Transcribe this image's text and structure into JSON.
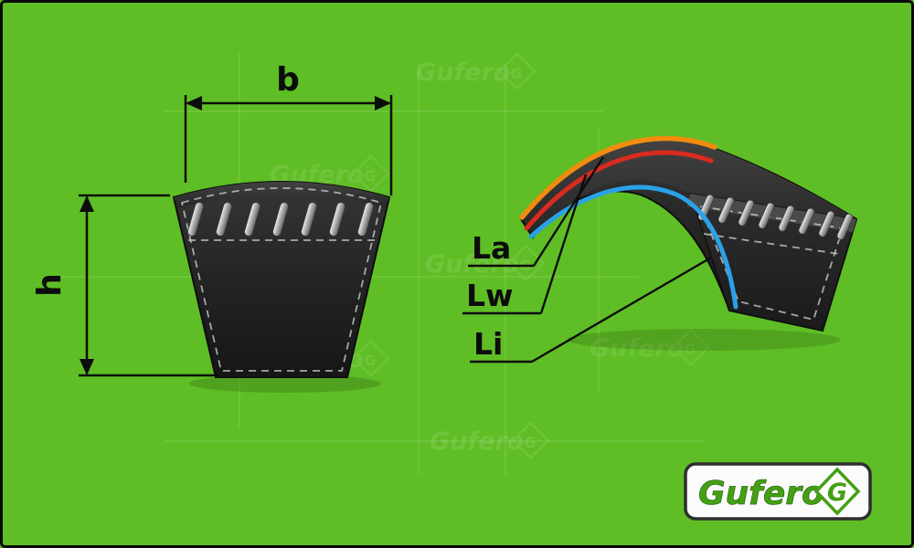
{
  "canvas": {
    "bg": "#5fbe25",
    "border": "#0a0a0a"
  },
  "left_view": {
    "width_dim": {
      "label": "b"
    },
    "height_dim": {
      "label": "h"
    }
  },
  "right_view": {
    "labels": {
      "la": {
        "text": "La",
        "color": "#f18c0e"
      },
      "lw": {
        "text": "Lw",
        "color": "#da2b1e"
      },
      "li": {
        "text": "Li",
        "color": "#2ba1e8"
      }
    }
  },
  "logo": {
    "brand": "Gufero",
    "monogram": "G"
  },
  "watermark": {
    "brand": "Gufero",
    "monogram": "G"
  }
}
